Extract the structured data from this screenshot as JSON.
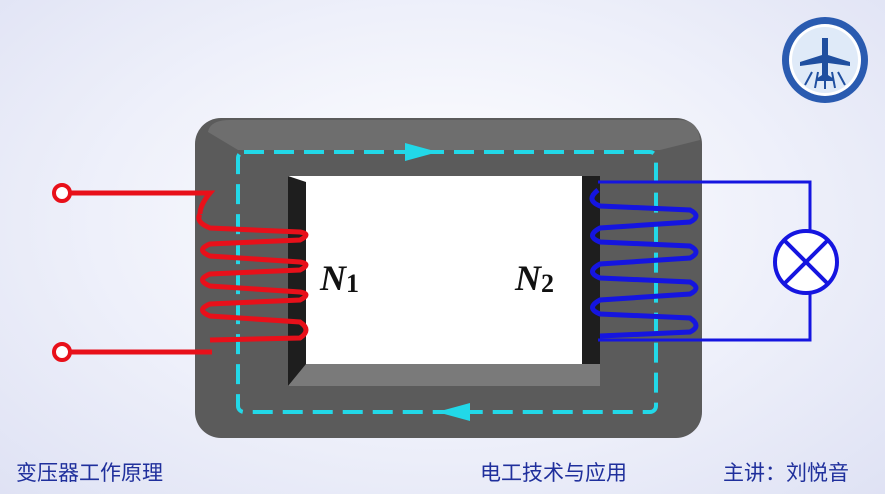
{
  "slide": {
    "title": "变压器工作原理",
    "course": "电工技术与应用",
    "lecturer": "主讲：刘悦音"
  },
  "diagram": {
    "primary_label": {
      "letter": "N",
      "sub": "1"
    },
    "secondary_label": {
      "letter": "N",
      "sub": "2"
    },
    "colors": {
      "primary": "#e8101a",
      "secondary": "#1515e0",
      "flux": "#22d8e8",
      "core": "#5a5a5a"
    },
    "logo": {
      "name": "logo-badge"
    }
  }
}
